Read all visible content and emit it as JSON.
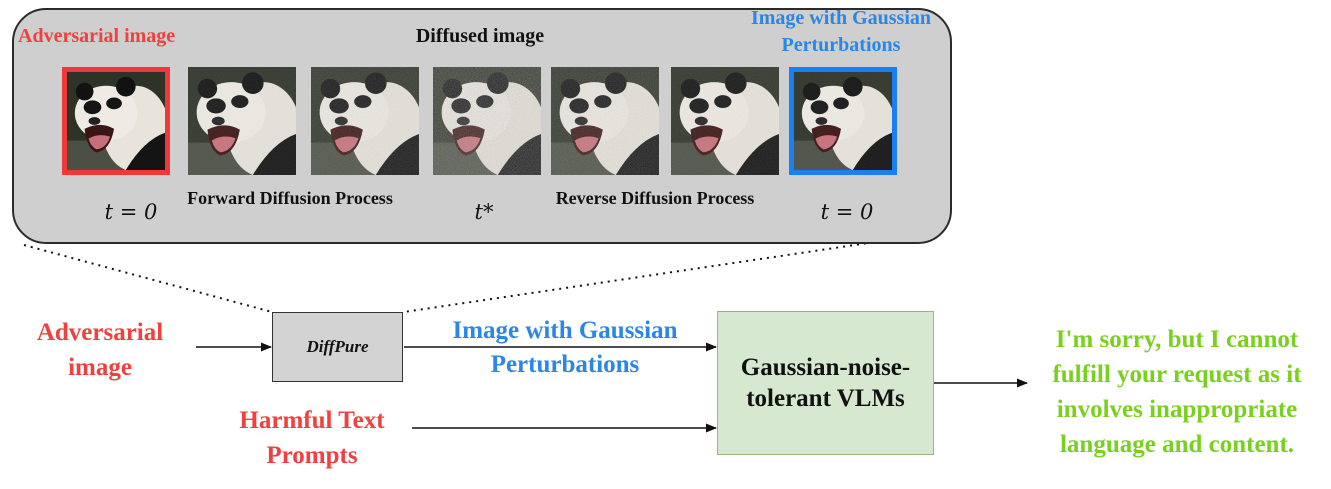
{
  "panel": {
    "adversarial_label": "Adversarial image",
    "diffused_label": "Diffused image",
    "gaussian_label_line1": "Image with Gaussian",
    "gaussian_label_line2": "Perturbations",
    "time_start": "t = 0",
    "time_mid": "t*",
    "time_end": "t = 0",
    "forward_label": "Forward Diffusion Process",
    "reverse_label": "Reverse Diffusion Process",
    "thumbnail_count": 7,
    "thumbnail_noise_levels": [
      0.0,
      0.2,
      0.35,
      0.55,
      0.4,
      0.25,
      0.15
    ]
  },
  "flow": {
    "input_image_line1": "Adversarial",
    "input_image_line2": "image",
    "diffpure_label": "DiffPure",
    "purified_line1": "Image with Gaussian",
    "purified_line2": "Perturbations",
    "text_input_line1": "Harmful Text",
    "text_input_line2": "Prompts",
    "vlm_line1": "Gaussian-noise-",
    "vlm_line2": "tolerant VLMs",
    "output_line1": "I'm sorry, but I cannot",
    "output_line2": "fulfill your request as it",
    "output_line3": "involves inappropriate",
    "output_line4": "language and content."
  },
  "colors": {
    "red": "#f04040",
    "blue": "#2a86e8",
    "green": "#7ad020",
    "panel": "#cfcfcf",
    "vlm_box": "#d6e8d0",
    "diffpure_box": "#d3d3d3"
  }
}
